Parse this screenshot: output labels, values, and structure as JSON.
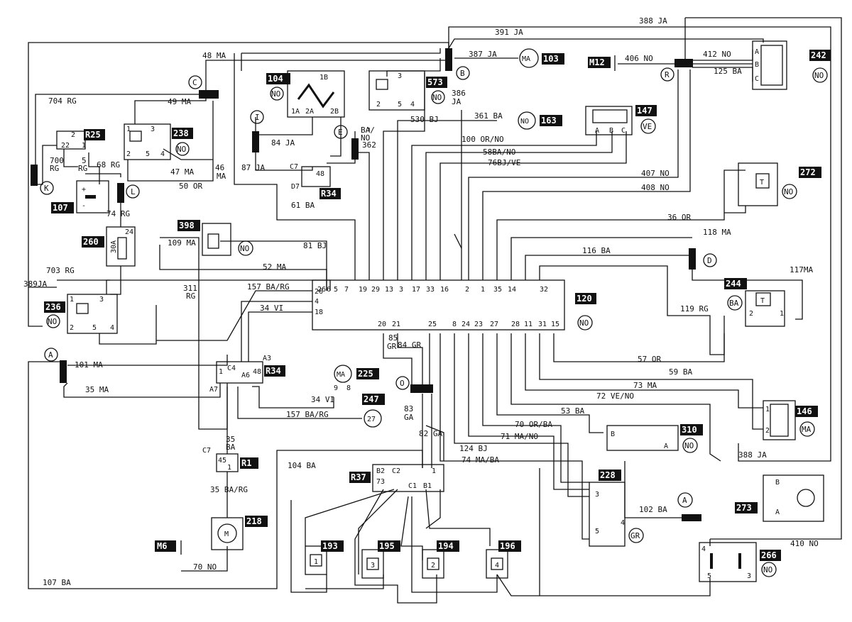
{
  "components": {
    "c104": "104",
    "c573": "573",
    "c103": "103",
    "c238": "238",
    "c163": "163",
    "c147": "147",
    "c242": "242",
    "c272": "272",
    "c107": "107",
    "c260": "260",
    "c398": "398",
    "c236": "236",
    "c120": "120",
    "c244": "244",
    "c225": "225",
    "c247": "247",
    "c146": "146",
    "c310": "310",
    "c228": "228",
    "c218": "218",
    "c193": "193",
    "c195": "195",
    "c194": "194",
    "c196": "196",
    "c266": "266",
    "c273": "273",
    "r25": "R25",
    "r34a": "R34",
    "r34b": "R34",
    "r1": "R1",
    "r37": "R37",
    "m12": "M12",
    "m6": "M6"
  },
  "connectors": {
    "c": "C",
    "b": "B",
    "r": "R",
    "i": "I",
    "e": "E",
    "k": "K",
    "l": "L",
    "d": "D",
    "a1": "A",
    "a2": "A",
    "o": "O"
  },
  "colors": {
    "no": "NO",
    "ve": "VE",
    "ma": "MA",
    "ba": "BA",
    "gr": "GR"
  },
  "wires": {
    "w388ja": "388 JA",
    "w391ja": "391 JA",
    "w48ma": "48 MA",
    "w387ja": "387 JA",
    "w406no": "406 NO",
    "w412no": "412 NO",
    "w125ba": "125 BA",
    "w704rg": "704 RG",
    "w49ma": "49 MA",
    "w386": "386",
    "wja": "JA",
    "w361ba": "361 BA",
    "w530bj": "530 BJ",
    "wbano": "BA/\nNO",
    "w362": "362",
    "w100": "100 OR/NO",
    "w84ja": "84 JA",
    "w58": "58BA/NO",
    "w76": "76BJ/VE",
    "w700": "700",
    "wrg": "RG",
    "w5": "5",
    "w68rg": "68 RG",
    "w47ma": "47 MA",
    "w46": "46",
    "wma": "MA",
    "w87ja": "87 JA",
    "w50or": "50 OR",
    "w407no": "407 NO",
    "w408no": "408 NO",
    "w61ba": "61 BA",
    "w74rg": "74 RG",
    "w36or": "36 OR",
    "w118ma": "118 MA",
    "w109ma": "109 MA",
    "w81bj": "81 BJ",
    "w116ba": "116 BA",
    "w52ma": "52 MA",
    "w703rg": "703 RG",
    "w117ma": "117MA",
    "w389ja": "389JA",
    "w311": "311",
    "w157": "157 BA/RG",
    "w34vi": "34 VI",
    "w119rg": "119 RG",
    "w85": "85",
    "wgr": "GR",
    "w84gr": "84 GR",
    "w101ma": "101 MA",
    "w57or": "57 OR",
    "w59ba": "59 BA",
    "w35ma": "35 MA",
    "w73ma": "73 MA",
    "w72": "72 VE/NO",
    "w34vi2": "34 VI",
    "w83": "83",
    "wga": "GA",
    "w157b": "157 BA/RG",
    "w53ba": "53 BA",
    "w35": "35",
    "wba": "BA",
    "w70": "70 OR/BA",
    "w82ga": "82 GA",
    "w71": "71 MA/NO",
    "w124bj": "124 BJ",
    "w388ja2": "388 JA",
    "w104ba": "104 BA",
    "w74": "74 MA/BA",
    "w35barg": "35  BA/RG",
    "w102ba": "102 BA",
    "w70no": "70 NO",
    "w410no": "410 NO",
    "w107ba": "107 BA"
  },
  "pins": {
    "p120top": [
      "26",
      "6",
      "5",
      "7",
      "19",
      "29",
      "13",
      "3",
      "17",
      "33",
      "16",
      "2",
      "1",
      "35",
      "14",
      "32"
    ],
    "p120bottom": [
      "20",
      "21",
      "25",
      "8",
      "24",
      "23",
      "27",
      "28",
      "11",
      "31",
      "15"
    ]
  }
}
